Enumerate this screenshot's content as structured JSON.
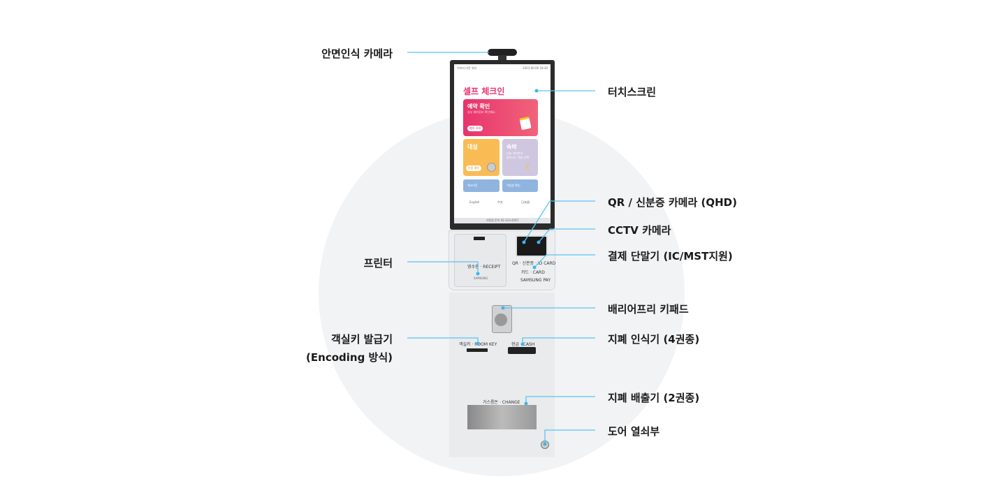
{
  "labels": {
    "face_camera": "안면인식 카메라",
    "touchscreen": "터치스크린",
    "qr_camera": "QR / 신분증 카메라 (QHD)",
    "cctv": "CCTV 카메라",
    "payment": "결제 단말기 (IC/MST지원)",
    "printer": "프린터",
    "keypad": "배리어프리 키패드",
    "roomkey_line1": "객실키 발급기",
    "roomkey_line2": "(Encoding 방식)",
    "cash_in": "지폐 인식기 (4권종)",
    "cash_out": "지폐 배출기 (2권종)",
    "door": "도어 열쇠부"
  },
  "screen": {
    "status_left": "이미지 비콘 위치",
    "status_right": "2023-00-00 18:30",
    "title": "셀프 체크인",
    "reservation": {
      "title": "예약 확인",
      "desc": "일부 예약정보 확인해요.",
      "button": "예약 조회"
    },
    "dayuse": {
      "title": "대실",
      "button": "이용 예약"
    },
    "stay": {
      "title": "숙박",
      "desc": "오늘 숙박하기\n원하시는 객실 선택"
    },
    "checkout": "체크아웃",
    "room_check": "객실청 확인",
    "languages": [
      "English",
      "中文",
      "日本語"
    ],
    "footer": "가맹점 문의 02-123-4567"
  },
  "device": {
    "receipt": "영수증 · RECEIPT",
    "printer_brand": "SAMSUNG",
    "qr_id": "QR · 신분증 · ID CARD",
    "card": "카드 · CARD",
    "samsung_pay": "SAMSUNG PAY",
    "room_key": "객실키 · ROOM KEY",
    "cash": "현금 · CASH",
    "change": "거스름돈 · CHANGE"
  },
  "colors": {
    "accent_line": "#5bc3f0",
    "brand_pink": "#e8336d",
    "background_circle": "#f2f3f5"
  }
}
